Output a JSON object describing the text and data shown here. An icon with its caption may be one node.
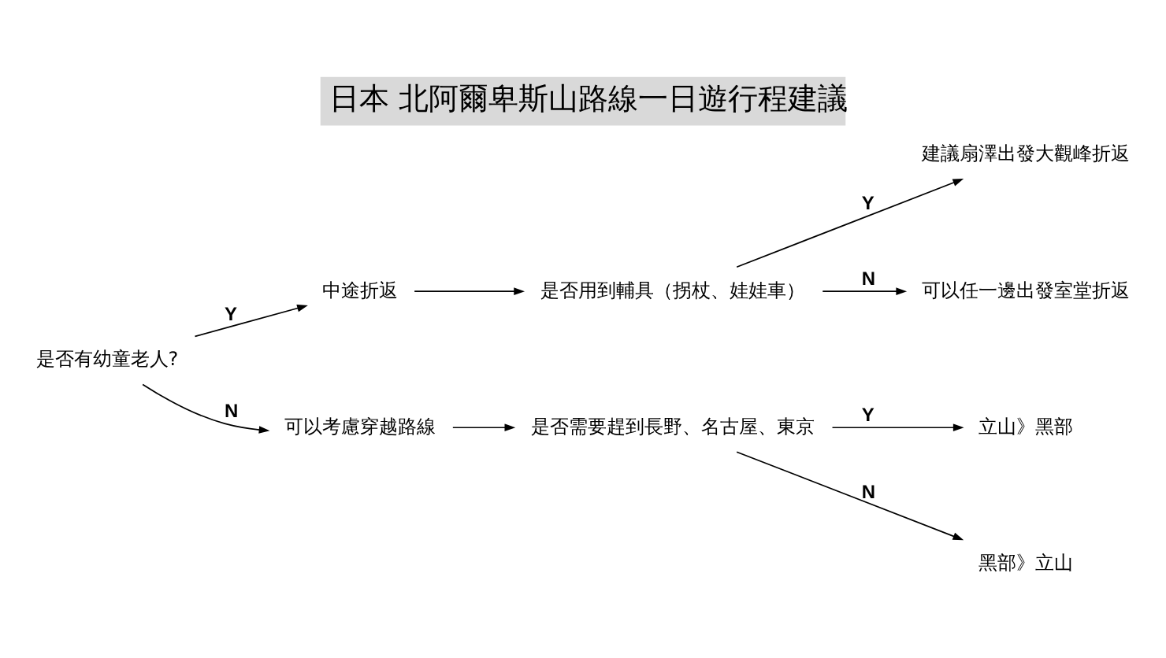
{
  "diagram": {
    "title": "日本 北阿爾卑斯山路線一日遊行程建議",
    "nodes": [
      {
        "text": [
          "是否有幼童老人?"
        ]
      },
      {
        "text": [
          "中途折返"
        ]
      },
      {
        "text": [
          "是否用到輔具（拐杖、娃娃車）"
        ]
      },
      {
        "text": [
          "建議扇澤出發大觀峰折返"
        ]
      },
      {
        "text": [
          "可以任一邊出發室堂折返"
        ]
      },
      {
        "text": [
          "可以考慮穿越路線"
        ]
      },
      {
        "text": [
          "是否需要趕到長野、名古屋、東京"
        ]
      },
      {
        "text": [
          "立山》黑部"
        ]
      },
      {
        "text": [
          "黑部》立山"
        ]
      }
    ],
    "edges": [
      {
        "from": 0,
        "to": 1,
        "arrow": "to",
        "label": "Y"
      },
      {
        "from": 0,
        "to": 5,
        "arrow": "to",
        "label": "N"
      },
      {
        "from": 1,
        "to": 2,
        "arrow": "to"
      },
      {
        "from": 2,
        "to": 3,
        "arrow": "to",
        "label": "Y"
      },
      {
        "from": 2,
        "to": 4,
        "arrow": "to",
        "label": "N"
      },
      {
        "from": 5,
        "to": 6,
        "arrow": "to"
      },
      {
        "from": 6,
        "to": 7,
        "arrow": "to",
        "label": "Y"
      },
      {
        "from": 6,
        "to": 8,
        "arrow": "to",
        "label": "N"
      }
    ]
  }
}
